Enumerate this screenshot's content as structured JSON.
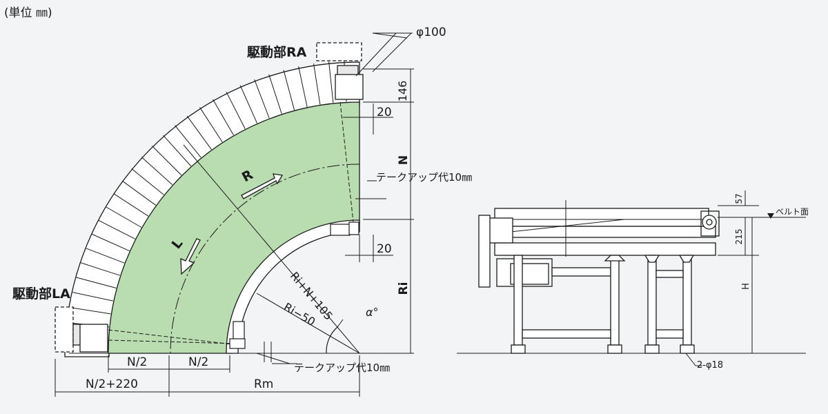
{
  "unit_note": "(単位  ㎜)",
  "labels": {
    "drive_ra": "駆動部RA",
    "drive_la": "駆動部LA",
    "phi100": "φ100",
    "dim146": "146",
    "dim20_top": "20",
    "dimN": "N",
    "takeup_top": "テークアップ代10㎜",
    "dim20_bottom": "20",
    "dimRi": "Ri",
    "R": "R",
    "L": "L",
    "ri_n_105": "Ri+N+105",
    "ri_50": "Ri−50",
    "alpha": "α°",
    "n_half_1": "N/2",
    "n_half_2": "N/2",
    "takeup_bottom": "テークアップ代10㎜",
    "n_half_220": "N/2+220",
    "rm": "Rm",
    "dim57": "57",
    "belt_surface": "ベルト面",
    "dim215": "215",
    "dimH": "H",
    "phi18": "2-φ18"
  },
  "colors": {
    "belt_fill": "#b9dcb0",
    "line": "#1a1a1a",
    "background": "#f2f4f6"
  }
}
